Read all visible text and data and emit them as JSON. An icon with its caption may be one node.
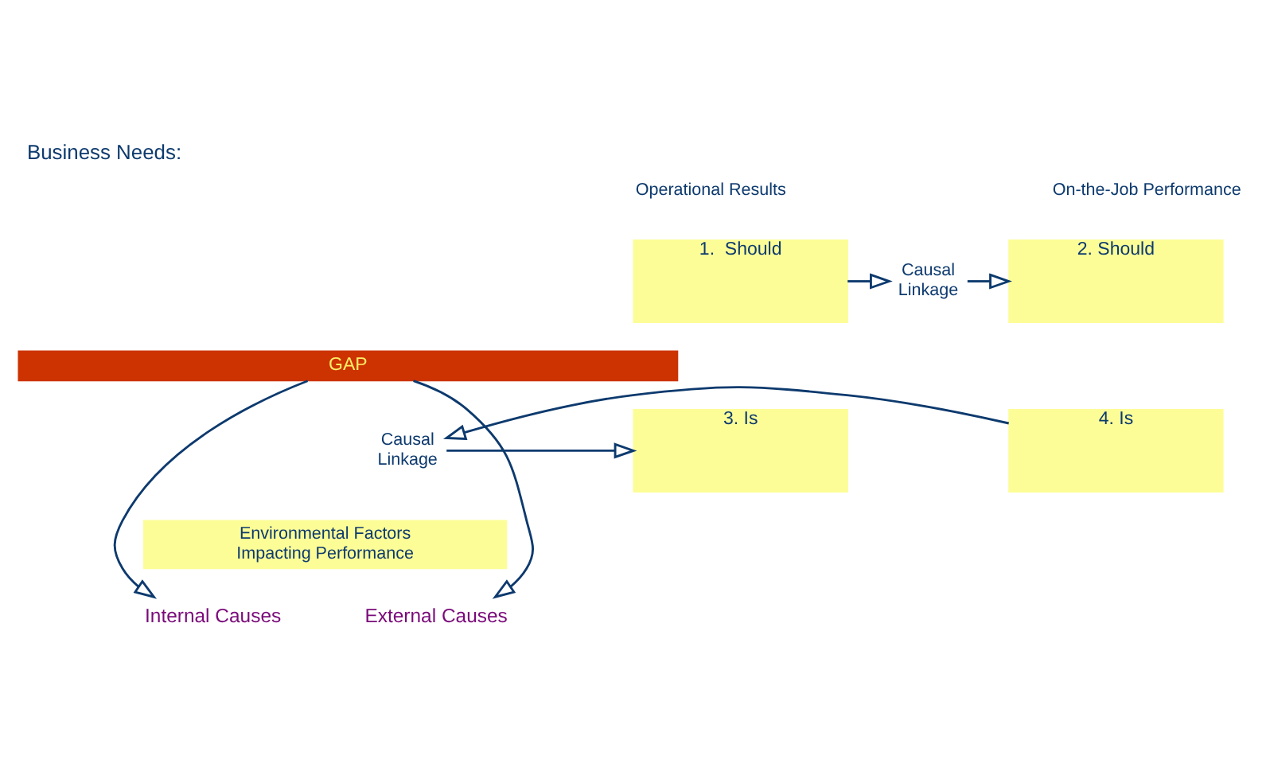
{
  "diagram": {
    "title": "Business Needs:",
    "nodes": [
      {
        "text": [
          "1.  Should"
        ]
      },
      {
        "text": [
          "Causal Linkage"
        ]
      },
      {
        "text": [
          "2. Should"
        ]
      },
      {
        "text": [
          "GAP"
        ]
      },
      {
        "text": [
          "3. Is"
        ]
      },
      {
        "text": [
          "Causal Linkage"
        ]
      },
      {
        "text": [
          "4. Is"
        ]
      },
      {
        "text": [
          "Environmental Factors Impacting Performance"
        ]
      },
      {
        "text": [
          "External Causes"
        ]
      },
      {
        "text": [
          "Internal Causes"
        ]
      }
    ],
    "edges": [
      {
        "from": 0,
        "to": 1,
        "arrow": "to"
      },
      {
        "from": 1,
        "to": 2,
        "arrow": "to"
      },
      {
        "from": 6,
        "to": 5,
        "arrow": "to"
      },
      {
        "from": 5,
        "to": 4,
        "arrow": "to"
      },
      {
        "from": 3,
        "to": 8,
        "arrow": "to"
      },
      {
        "from": 3,
        "to": 9,
        "arrow": "to"
      }
    ],
    "labels": [
      "Operational Results",
      "On-the-Job Performance"
    ]
  }
}
